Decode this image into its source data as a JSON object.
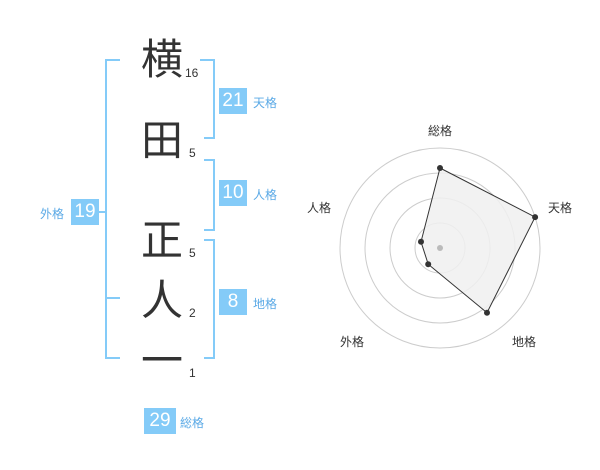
{
  "colors": {
    "accent": "#84cbf8",
    "label": "#5aa9e6",
    "text": "#333333",
    "radar_fill": "#f0f0f0",
    "grid": "#cccccc"
  },
  "characters": [
    {
      "char": "横",
      "strokes": "16"
    },
    {
      "char": "田",
      "strokes": "5"
    },
    {
      "char": "正",
      "strokes": "5"
    },
    {
      "char": "人",
      "strokes": "2"
    },
    {
      "char": "一",
      "strokes": "1"
    }
  ],
  "fortunes": {
    "tenkaku": {
      "value": "21",
      "label": "天格"
    },
    "jinkaku": {
      "value": "10",
      "label": "人格"
    },
    "chikaku": {
      "value": "8",
      "label": "地格"
    },
    "gaikaku": {
      "value": "19",
      "label": "外格"
    },
    "soukaku": {
      "value": "29",
      "label": "総格"
    }
  },
  "chart_data": {
    "type": "radar",
    "axes": [
      "総格",
      "天格",
      "地格",
      "外格",
      "人格"
    ],
    "values": [
      4,
      5,
      4,
      1,
      1
    ],
    "max": 5,
    "rings": 4
  }
}
